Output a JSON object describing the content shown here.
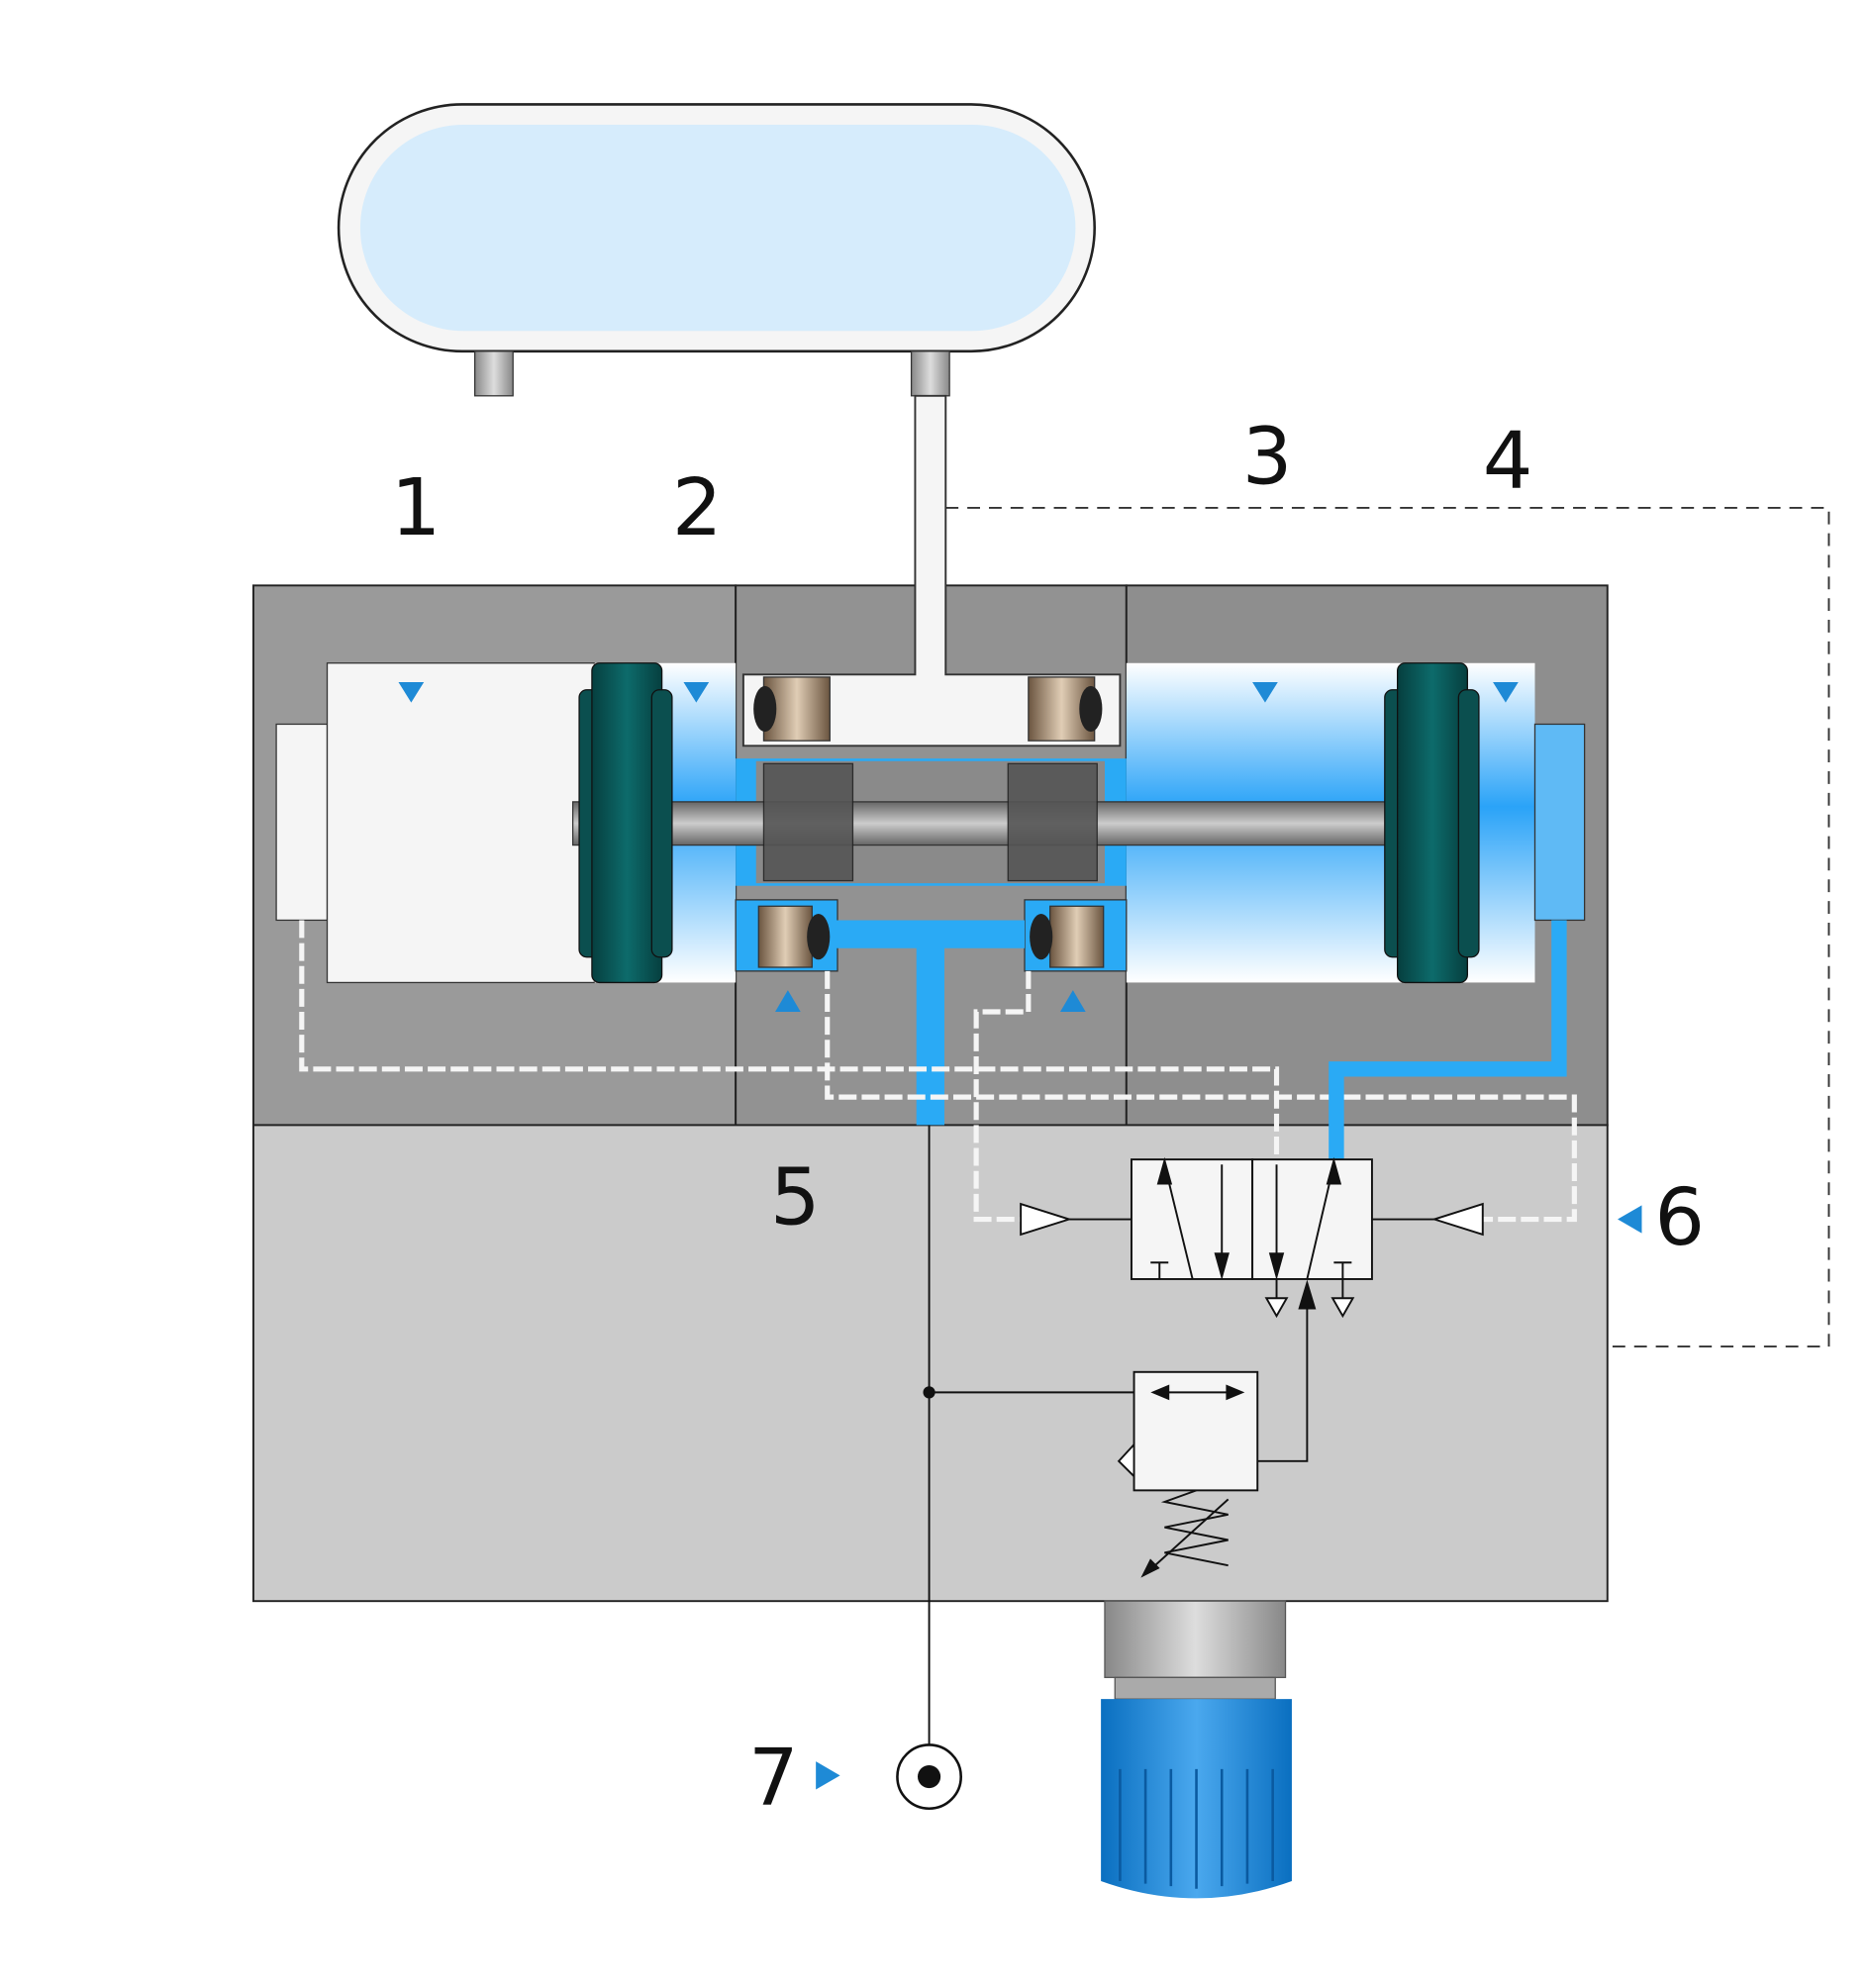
{
  "labels": {
    "l1": "1",
    "l2": "2",
    "l3": "3",
    "l4": "4",
    "l5": "5",
    "l6": "6",
    "l7": "7"
  },
  "colors": {
    "air_blue": "#2aaaf5",
    "tank_fill": "#d6ecfc",
    "piston": "#0b5a5a",
    "body_dark": "#999999",
    "body_light": "#cbcbcb",
    "knob_blue": "#1f8fe0",
    "marker_blue": "#1e8ad6"
  }
}
